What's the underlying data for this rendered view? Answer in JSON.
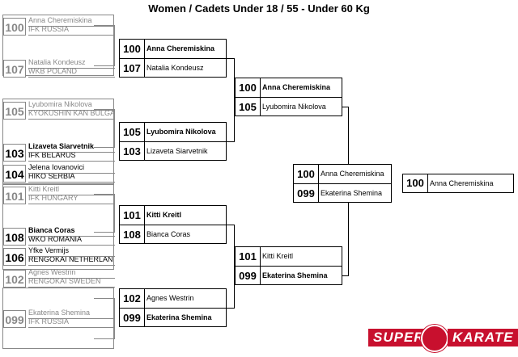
{
  "title": "Women / Cadets Under 18 / 55 - Under 60 Kg",
  "pool": [
    {
      "num": "100",
      "name": "Anna Cheremiskina",
      "club": "IFK RUSSIA",
      "gray": true
    },
    {
      "num": "107",
      "name": "Natalia Kondeusz",
      "club": "WKB POLAND",
      "gray": true
    },
    {
      "num": "105",
      "name": "Lyubomira Nikolova",
      "club": "KYOKUSHIN KAN BULGA",
      "gray": true
    },
    {
      "num": "103",
      "name": "Lizaveta Siarvetnik",
      "club": "IFK BELARUS",
      "gray": false
    },
    {
      "num": "104",
      "name": "Jelena Iovanovici",
      "club": "HIKO SERBIA",
      "gray": false
    },
    {
      "num": "101",
      "name": "Kitti Kreitl",
      "club": "IFK HUNGARY",
      "gray": true
    },
    {
      "num": "108",
      "name": "Bianca Coras",
      "club": "WKO ROMANIA",
      "gray": false
    },
    {
      "num": "106",
      "name": "Yfke Vermijs",
      "club": "RENGOKAI NETHERLAN",
      "gray": false
    },
    {
      "num": "102",
      "name": "Agnes Westrin",
      "club": "RENGOKAI SWEDEN",
      "gray": true
    },
    {
      "num": "099",
      "name": "Ekaterina Shemina",
      "club": "IFK RUSSIA",
      "gray": true
    }
  ],
  "round1": [
    {
      "a_num": "100",
      "a_name": "Anna Cheremiskina",
      "b_num": "107",
      "b_name": "Natalia Kondeusz"
    },
    {
      "a_num": "105",
      "a_name": "Lyubomira Nikolova",
      "b_num": "103",
      "b_name": "Lizaveta Siarvetnik"
    },
    {
      "a_num": "101",
      "a_name": "Kitti Kreitl",
      "b_num": "108",
      "b_name": "Bianca Coras"
    },
    {
      "a_num": "102",
      "a_name": "Agnes Westrin",
      "b_num": "099",
      "b_name": "Ekaterina Shemina"
    }
  ],
  "round2": [
    {
      "a_num": "100",
      "a_name": "Anna Cheremiskina",
      "b_num": "105",
      "b_name": "Lyubomira Nikolova"
    },
    {
      "a_num": "101",
      "a_name": "Kitti Kreitl",
      "b_num": "099",
      "b_name": "Ekaterina Shemina"
    }
  ],
  "round3": {
    "a_num": "100",
    "a_name": "Anna Cheremiskina",
    "b_num": "099",
    "b_name": "Ekaterina Shemina"
  },
  "winner": {
    "num": "100",
    "name": "Anna Cheremiskina"
  },
  "logo": {
    "left": "SUPER",
    "right": "KARATE",
    "color": "#c8102e"
  }
}
